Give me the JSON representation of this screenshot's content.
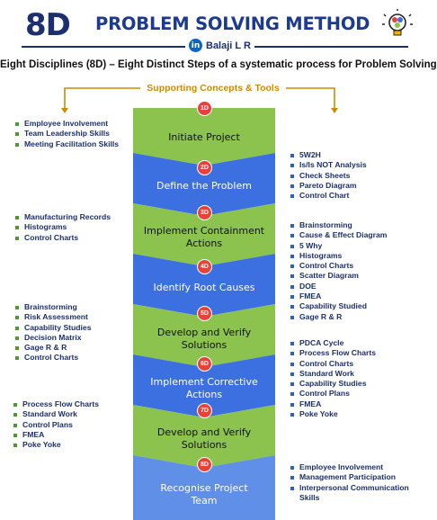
{
  "header": {
    "logo": "8D",
    "title": "PROBLEM SOLVING METHOD"
  },
  "author": {
    "icon": "linkedin-icon",
    "name": "Balaji L R"
  },
  "subtitle": "Eight Disciplines (8D) – Eight Distinct Steps of a systematic process for Problem Solving",
  "supporting": "Supporting Concepts & Tools",
  "colors": {
    "green": "#8cc34f",
    "blue": "#3c70e0",
    "badge": "#e8413c",
    "navy": "#1c2f6e",
    "gold": "#d08a00"
  },
  "steps": [
    {
      "badge": "1D",
      "line1": "Initiate Project",
      "line2": ""
    },
    {
      "badge": "2D",
      "line1": "Define the Problem",
      "line2": ""
    },
    {
      "badge": "3D",
      "line1": "Implement Containment",
      "line2": "Actions"
    },
    {
      "badge": "4D",
      "line1": "Identify Root Causes",
      "line2": ""
    },
    {
      "badge": "5D",
      "line1": "Develop and Verify",
      "line2": "Solutions"
    },
    {
      "badge": "6D",
      "line1": "Implement Corrective",
      "line2": "Actions"
    },
    {
      "badge": "7D",
      "line1": "Develop and Verify",
      "line2": "Solutions"
    },
    {
      "badge": "8D",
      "line1": "Recognise Project",
      "line2": "Team"
    }
  ],
  "tools": {
    "d1": [
      "Employee Involvement",
      "Team Leadership Skills",
      "Meeting Facilitation Skills"
    ],
    "d2": [
      "5W2H",
      "Is/Is NOT Analysis",
      "Check Sheets",
      "Pareto Diagram",
      "Control Chart"
    ],
    "d3": [
      "Manufacturing Records",
      "Histograms",
      "Control Charts"
    ],
    "d4": [
      "Brainstorming",
      "Cause & Effect Diagram",
      "5 Why",
      "Histograms",
      "Control Charts",
      "Scatter Diagram",
      "DOE",
      "FMEA",
      "Capability Studied",
      "Gage R & R"
    ],
    "d5": [
      "Brainstorming",
      "Risk Assessment",
      "Capability Studies",
      "Decision Matrix",
      "Gage R & R",
      "Control Charts"
    ],
    "d6": [
      "PDCA Cycle",
      "Process Flow Charts",
      "Control Charts",
      "Standard Work",
      "Capability Studies",
      "Control Plans",
      "FMEA",
      "Poke Yoke"
    ],
    "d7": [
      "Process Flow Charts",
      "Standard Work",
      "Control Plans",
      "FMEA",
      "Poke Yoke"
    ],
    "d8": [
      "Employee Involvement",
      "Management Participation",
      "Interpersonal Communication",
      "Skills"
    ]
  }
}
